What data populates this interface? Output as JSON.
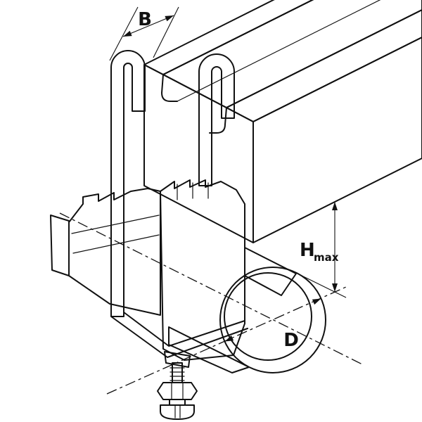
{
  "diagram": {
    "labels": {
      "width": "B",
      "height": "H",
      "height_subscript": "max",
      "diameter": "D"
    },
    "colors": {
      "line": "#111111",
      "background": "#ffffff"
    }
  }
}
